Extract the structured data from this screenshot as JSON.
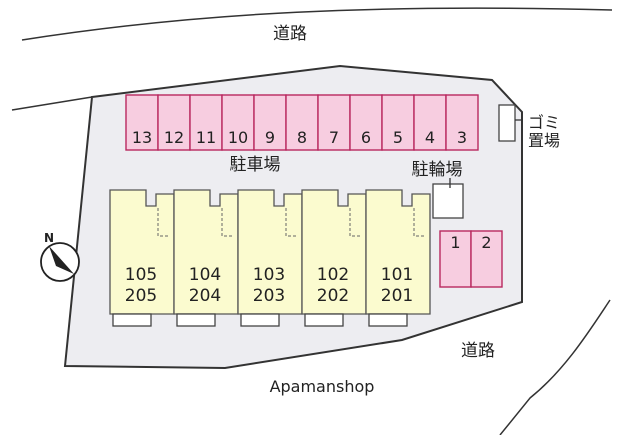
{
  "roads": [
    {
      "id": "top",
      "label": "道路"
    },
    {
      "id": "bottom",
      "label": "道路"
    }
  ],
  "parking": {
    "label": "駐車場",
    "spaces_top": [
      "13",
      "12",
      "11",
      "10",
      "9",
      "8",
      "7",
      "6",
      "5",
      "4",
      "3"
    ],
    "spaces_right": [
      "1",
      "2"
    ]
  },
  "bicycle_parking": {
    "label": "駐輪場"
  },
  "garbage": {
    "label_line1": "ゴミ",
    "label_line2": "置場"
  },
  "units": [
    {
      "lower": "105",
      "upper": "205"
    },
    {
      "lower": "104",
      "upper": "204"
    },
    {
      "lower": "103",
      "upper": "203"
    },
    {
      "lower": "102",
      "upper": "202"
    },
    {
      "lower": "101",
      "upper": "201"
    }
  ],
  "compass": {
    "label": "N"
  },
  "watermark": "Apamanshop"
}
